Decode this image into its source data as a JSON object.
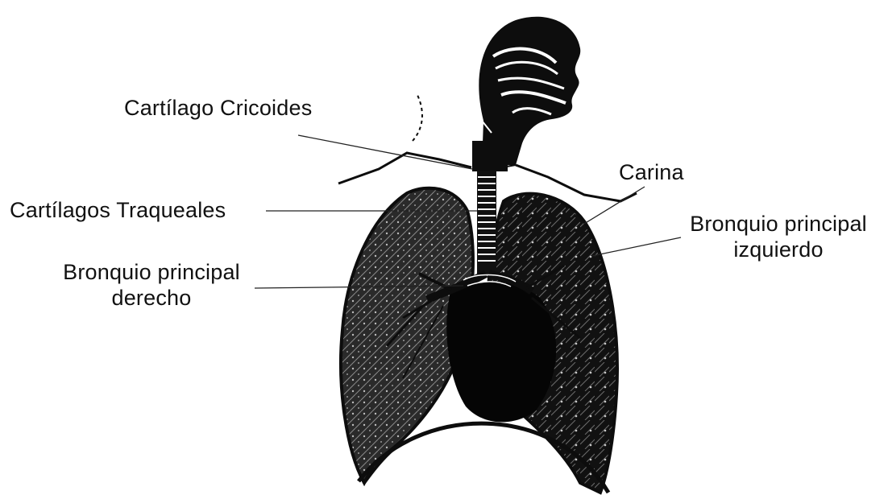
{
  "labels": {
    "cricoides": "Cartílago Cricoides",
    "traqueales": "Cartílagos Traqueales",
    "bronquio_derecho_1": "Bronquio principal",
    "bronquio_derecho_2": "derecho",
    "carina": "Carina",
    "bronquio_izquierdo_1": "Bronquio principal",
    "bronquio_izquierdo_2": "izquierdo"
  },
  "colors": {
    "ink": "#0d0d0d",
    "lung_texture": "#5a5a5a",
    "background": "#ffffff"
  }
}
